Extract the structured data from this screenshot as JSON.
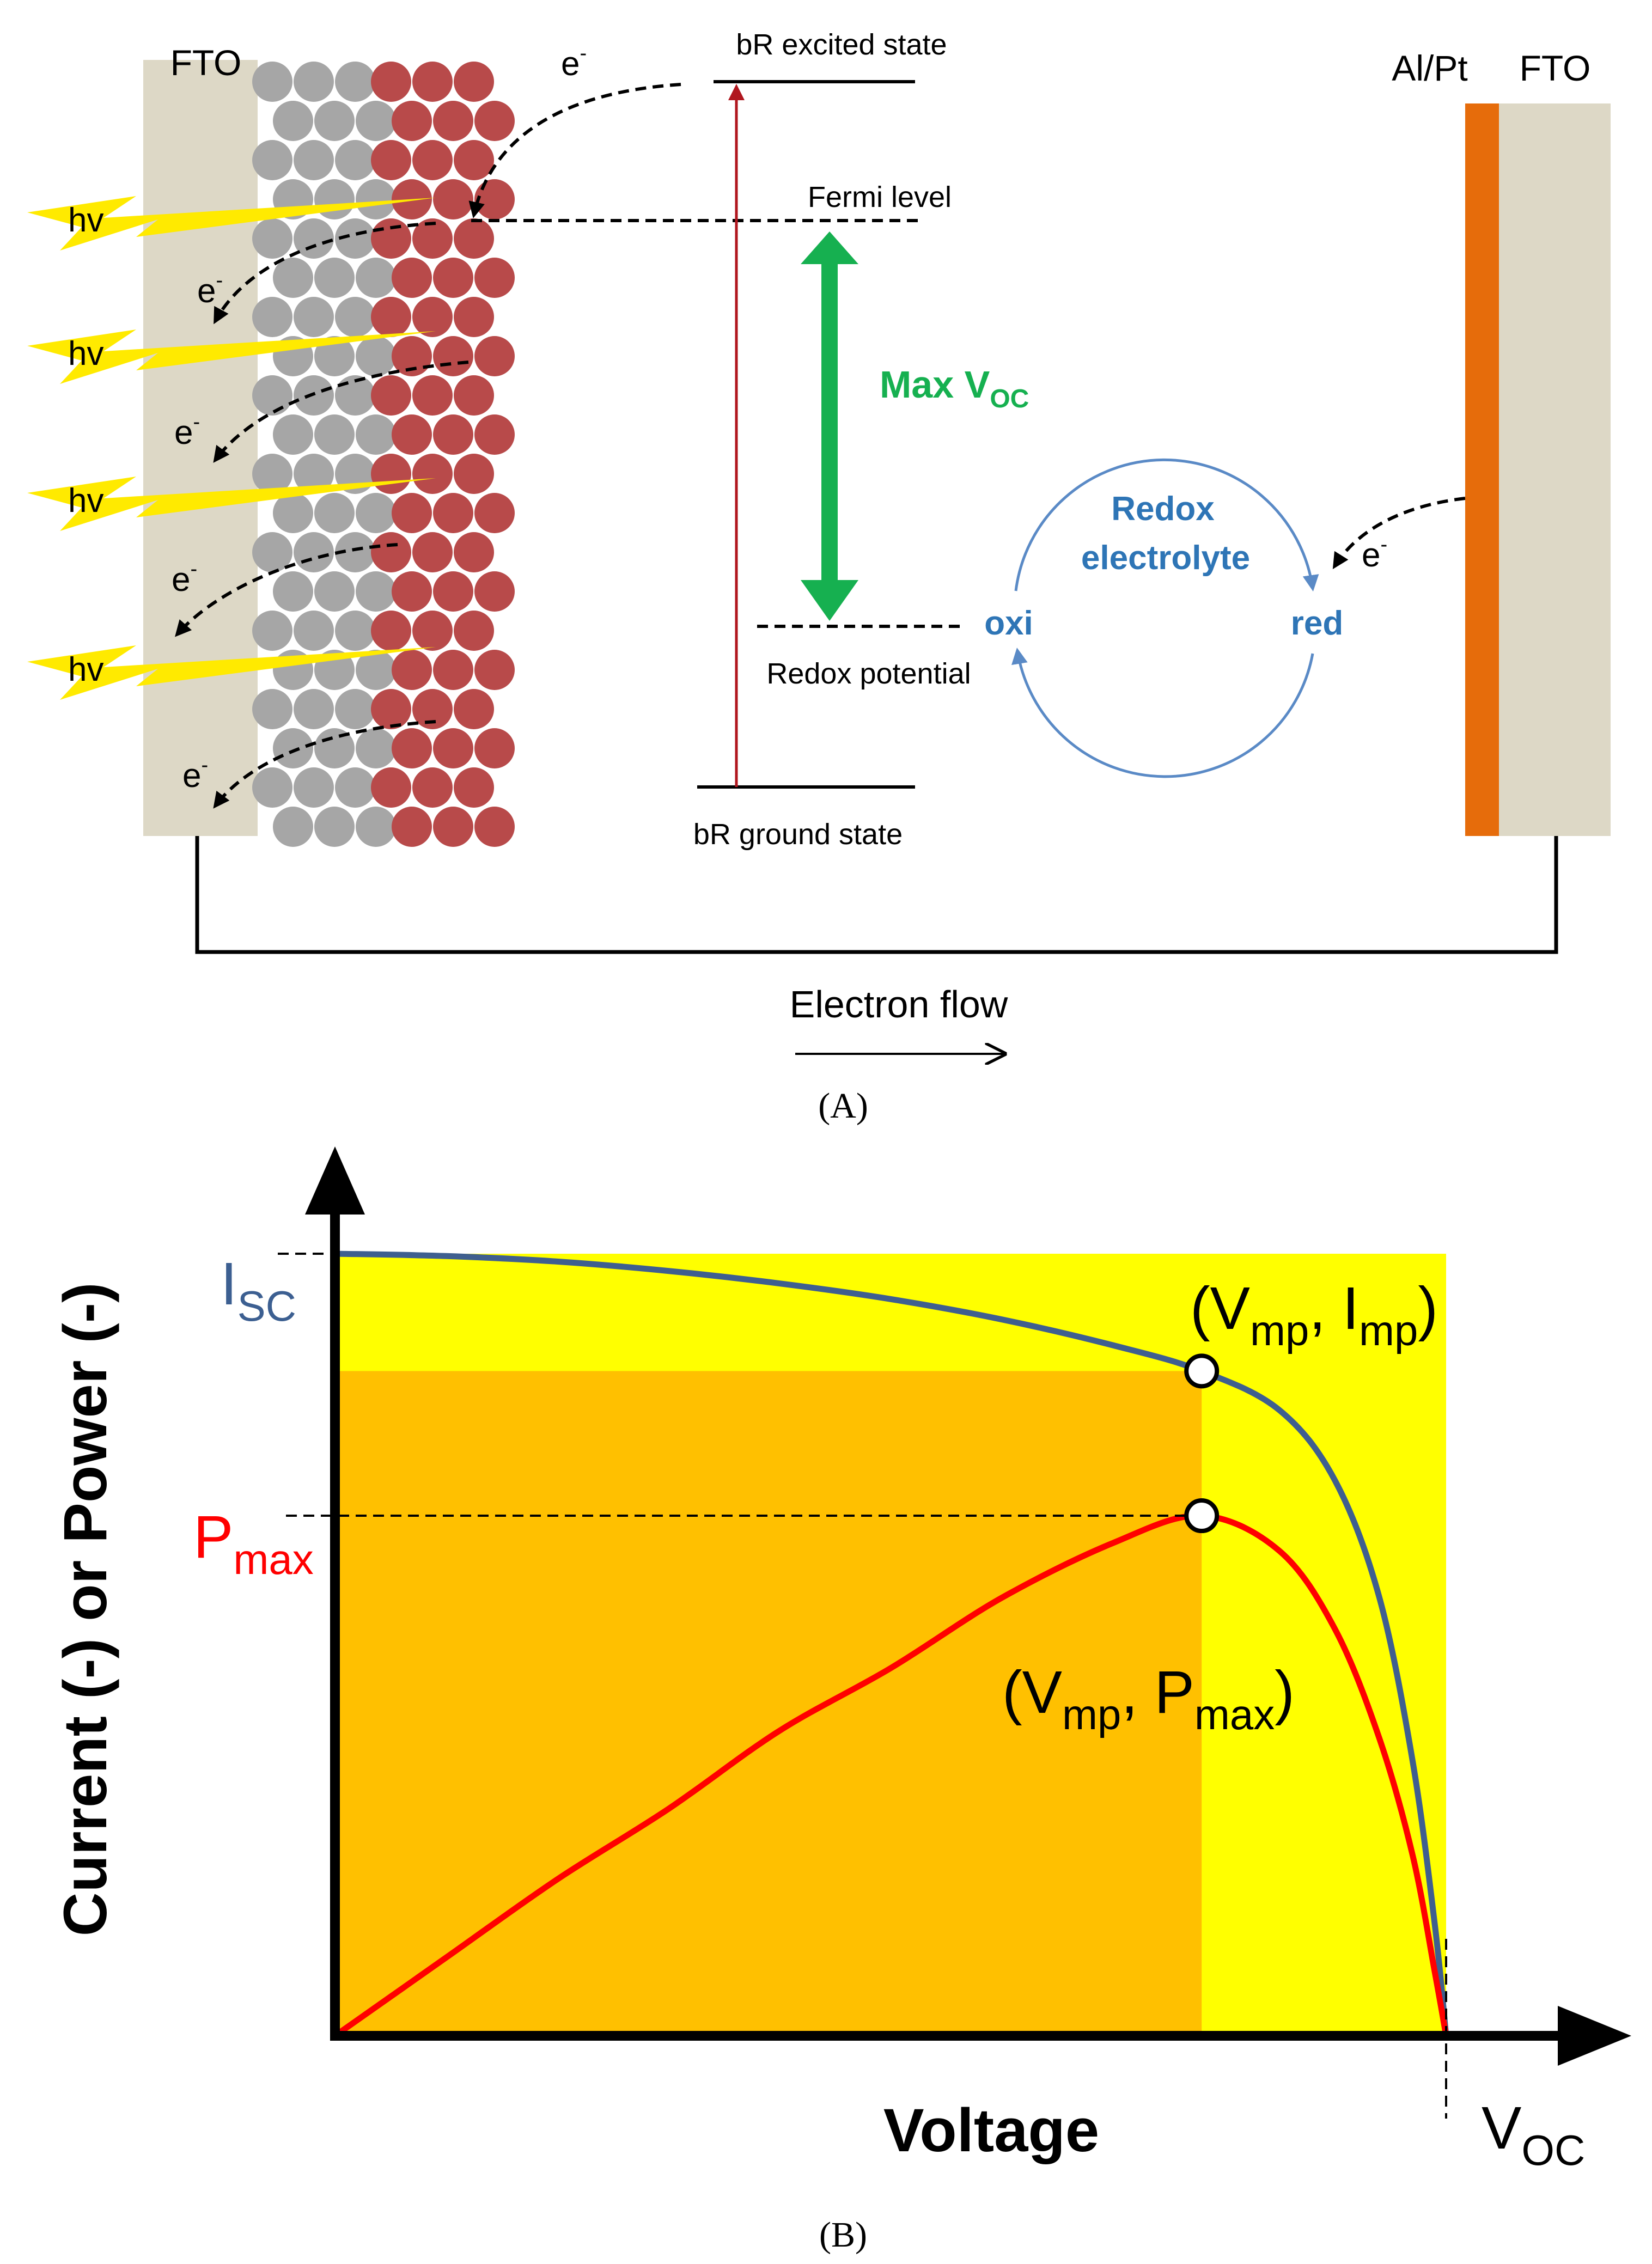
{
  "panel_a": {
    "left_electrode": "FTO",
    "right_counter": "Al/Pt",
    "right_electrode": "FTO",
    "photon": "hv",
    "electron": "e",
    "electron_sup": "-",
    "excited_state": "bR excited state",
    "fermi_level": "Fermi level",
    "max_voc_main": "Max V",
    "max_voc_sub": "OC",
    "redox_potential": "Redox potential",
    "ground_state": "bR ground state",
    "redox_line1": "Redox",
    "redox_line2": "electrolyte",
    "oxi": "oxi",
    "red": "red",
    "electron_flow": "Electron flow",
    "caption": "(A)",
    "colors": {
      "fto": "#ddd8c6",
      "tio2": "#a6a6a6",
      "br": "#b84a4a",
      "light": "#ffea00",
      "counter": "#e66c0b",
      "voc_arrow": "#16b050",
      "excite_arrow": "#b0171f",
      "redox": "#5a8ac6",
      "redox_text": "#2e75b6"
    }
  },
  "panel_b": {
    "isc_main": "I",
    "isc_sub": "SC",
    "pmax_main": "P",
    "pmax_sub": "max",
    "mp_current_label": [
      "(V",
      "mp",
      ", I",
      "mp",
      ")"
    ],
    "mp_power_label": [
      "(V",
      "mp",
      ", P",
      "max",
      ")"
    ],
    "voc_main": "V",
    "voc_sub": "OC",
    "xlabel": "Voltage",
    "ylabel": "Current (-) or Power (-)",
    "caption": "(B)",
    "colors": {
      "outer_rect": "#ffff00",
      "inner_rect": "#ffc000",
      "current_curve": "#3f5f8f",
      "power_curve": "#ff0000",
      "isc_text": "#3c5f91",
      "pmax_text": "#ff0000"
    }
  },
  "chart_data": {
    "type": "line",
    "series": [
      {
        "x": [
          0,
          0.1,
          0.2,
          0.3,
          0.4,
          0.5,
          0.6,
          0.7,
          0.78,
          0.85,
          0.9,
          0.94,
          0.97,
          0.99,
          1.0
        ],
        "y": [
          1.0,
          0.997,
          0.99,
          0.978,
          0.962,
          0.942,
          0.916,
          0.883,
          0.85,
          0.8,
          0.71,
          0.56,
          0.35,
          0.14,
          0.0
        ]
      },
      {
        "x": [
          0,
          0.1,
          0.2,
          0.3,
          0.4,
          0.5,
          0.6,
          0.7,
          0.78,
          0.85,
          0.9,
          0.94,
          0.97,
          0.99,
          1.0
        ],
        "y": [
          0.0,
          0.1,
          0.2,
          0.29,
          0.39,
          0.47,
          0.56,
          0.63,
          0.665,
          0.62,
          0.52,
          0.38,
          0.23,
          0.08,
          0.0
        ]
      }
    ],
    "max_power_point": {
      "x": 0.78,
      "current": 0.85,
      "power": 0.665
    },
    "xlim": [
      0,
      1.0
    ],
    "ylim": [
      0,
      1.0
    ],
    "xlabel": "Voltage",
    "ylabel": "Current (-) or Power (-)"
  }
}
